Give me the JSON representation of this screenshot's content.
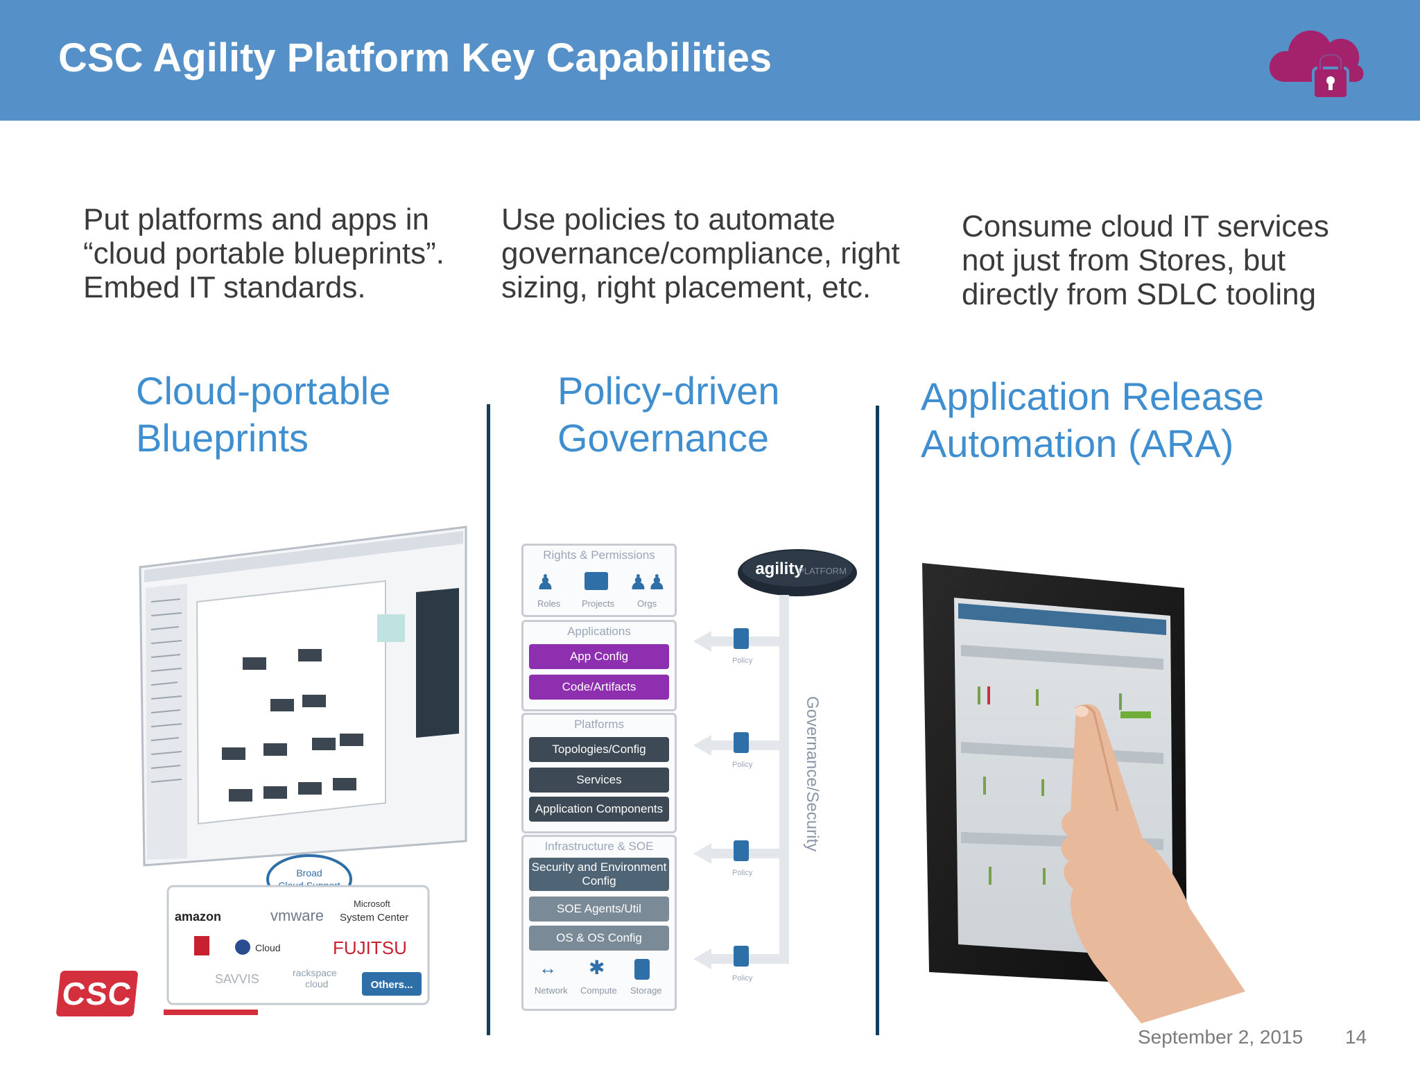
{
  "header": {
    "title": "CSC Agility Platform Key Capabilities",
    "brand_color": "#5591c8",
    "logo_icon": "cloud-lock-icon",
    "logo_color": "#a3226b"
  },
  "columns": [
    {
      "description": [
        "Put platforms and apps in",
        "“cloud portable blueprints”.",
        "Embed IT standards."
      ],
      "title": [
        "Cloud-portable",
        "Blueprints"
      ]
    },
    {
      "description": [
        "Use policies to automate",
        "governance/compliance, right",
        "sizing, right placement, etc."
      ],
      "title": [
        "Policy-driven",
        "Governance"
      ]
    },
    {
      "description": [
        "Consume cloud IT services",
        "not just from Stores, but",
        "directly from SDLC tooling"
      ],
      "title": [
        "Application Release",
        "Automation (ARA)"
      ]
    }
  ],
  "blueprint_image": {
    "cloud_label": [
      "Broad",
      "Cloud Support"
    ],
    "providers": [
      "amazon",
      "vmware",
      "Microsoft",
      "System Center",
      "Cloud",
      "FUJITSU",
      "SAVVIS",
      "rackspace",
      "cloud",
      "Others..."
    ]
  },
  "governance_diagram": {
    "platform_label": "agility",
    "platform_sub": "PLATFORM",
    "side_label": "Governance/Security",
    "policy_label": "Policy",
    "panels": [
      {
        "heading": "Rights & Permissions",
        "icons": [
          "Roles",
          "Projects",
          "Orgs"
        ]
      },
      {
        "heading": "Applications",
        "bars": [
          "App Config",
          "Code/Artifacts"
        ]
      },
      {
        "heading": "Platforms",
        "bars": [
          "Topologies/Config",
          "Services",
          "Application Components"
        ]
      },
      {
        "heading": "Infrastructure & SOE",
        "bars": [
          "Security and Environment Config",
          "SOE Agents/Util",
          "OS & OS Config"
        ],
        "icons": [
          "Network",
          "Compute",
          "Storage"
        ]
      }
    ]
  },
  "footer": {
    "company": "CSC",
    "date": "September 2, 2015",
    "page": "14"
  }
}
